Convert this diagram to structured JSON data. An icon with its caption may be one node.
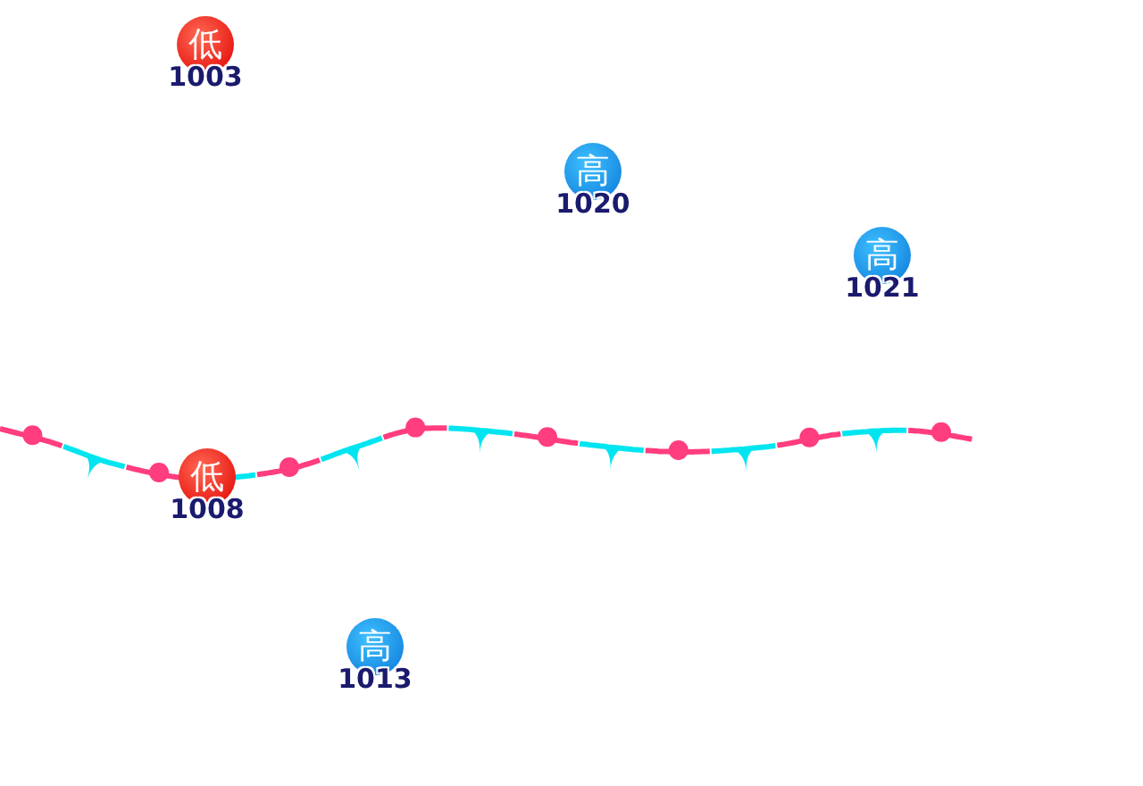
{
  "diagram": {
    "nodes": [
      {
        "text": [
          "低"
        ],
        "beside": [
          "1003"
        ]
      },
      {
        "text": [
          "高"
        ],
        "beside": [
          "1020"
        ]
      },
      {
        "text": [
          "高"
        ],
        "beside": [
          "1021"
        ]
      },
      {
        "text": [
          "低"
        ],
        "beside": [
          "1008"
        ]
      },
      {
        "text": [
          "高"
        ],
        "beside": [
          "1013"
        ]
      }
    ]
  }
}
